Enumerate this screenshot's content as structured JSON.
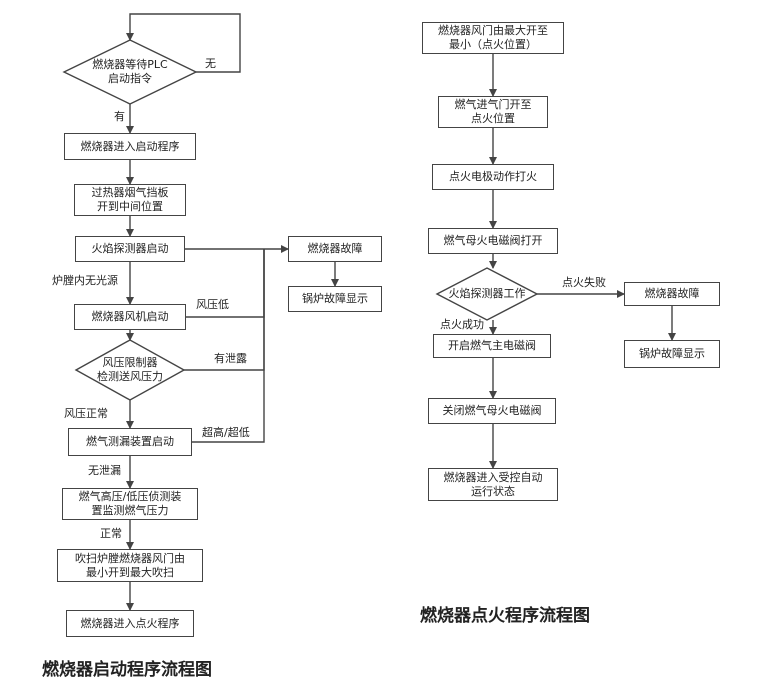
{
  "startup": {
    "n_wait": "燃烧器等待PLC\n启动指令",
    "n_enter": "燃烧器进入启动程序",
    "n_damper": "过热器烟气挡板\n开到中间位置",
    "n_flame": "火焰探测器启动",
    "n_fault": "燃烧器故障",
    "n_boiler": "锅炉故障显示",
    "n_fan": "燃烧器风机启动",
    "n_pressure": "风压限制器\n检测送风压力",
    "n_leak": "燃气测漏装置启动",
    "n_gas": "燃气高压/低压侦测装\n置监测燃气压力",
    "n_purge": "吹扫炉膛燃烧器风门由\n最小开到最大吹扫",
    "n_ignite": "燃烧器进入点火程序",
    "l_none": "无",
    "l_yes": "有",
    "l_light": "炉膛内无光源",
    "l_lowwind": "风压低",
    "l_leakage": "有泄露",
    "l_normalwind": "风压正常",
    "l_overunder": "超高/超低",
    "l_noleak": "无泄漏",
    "l_normal": "正常",
    "caption": "燃烧器启动程序流程图"
  },
  "ignition": {
    "n_air": "燃烧器风门由最大开至\n最小（点火位置）",
    "n_gasin": "燃气进气门开至\n点火位置",
    "n_electrode": "点火电极动作打火",
    "n_pilotopen": "燃气母火电磁阀打开",
    "n_flamework": "火焰探测器工作",
    "n_fault": "燃烧器故障",
    "n_boiler": "锅炉故障显示",
    "n_mainvalve": "开启燃气主电磁阀",
    "n_pilotclose": "关闭燃气母火电磁阀",
    "n_run": "燃烧器进入受控自动\n运行状态",
    "l_fail": "点火失败",
    "l_success": "点火成功",
    "caption": "燃烧器点火程序流程图"
  }
}
